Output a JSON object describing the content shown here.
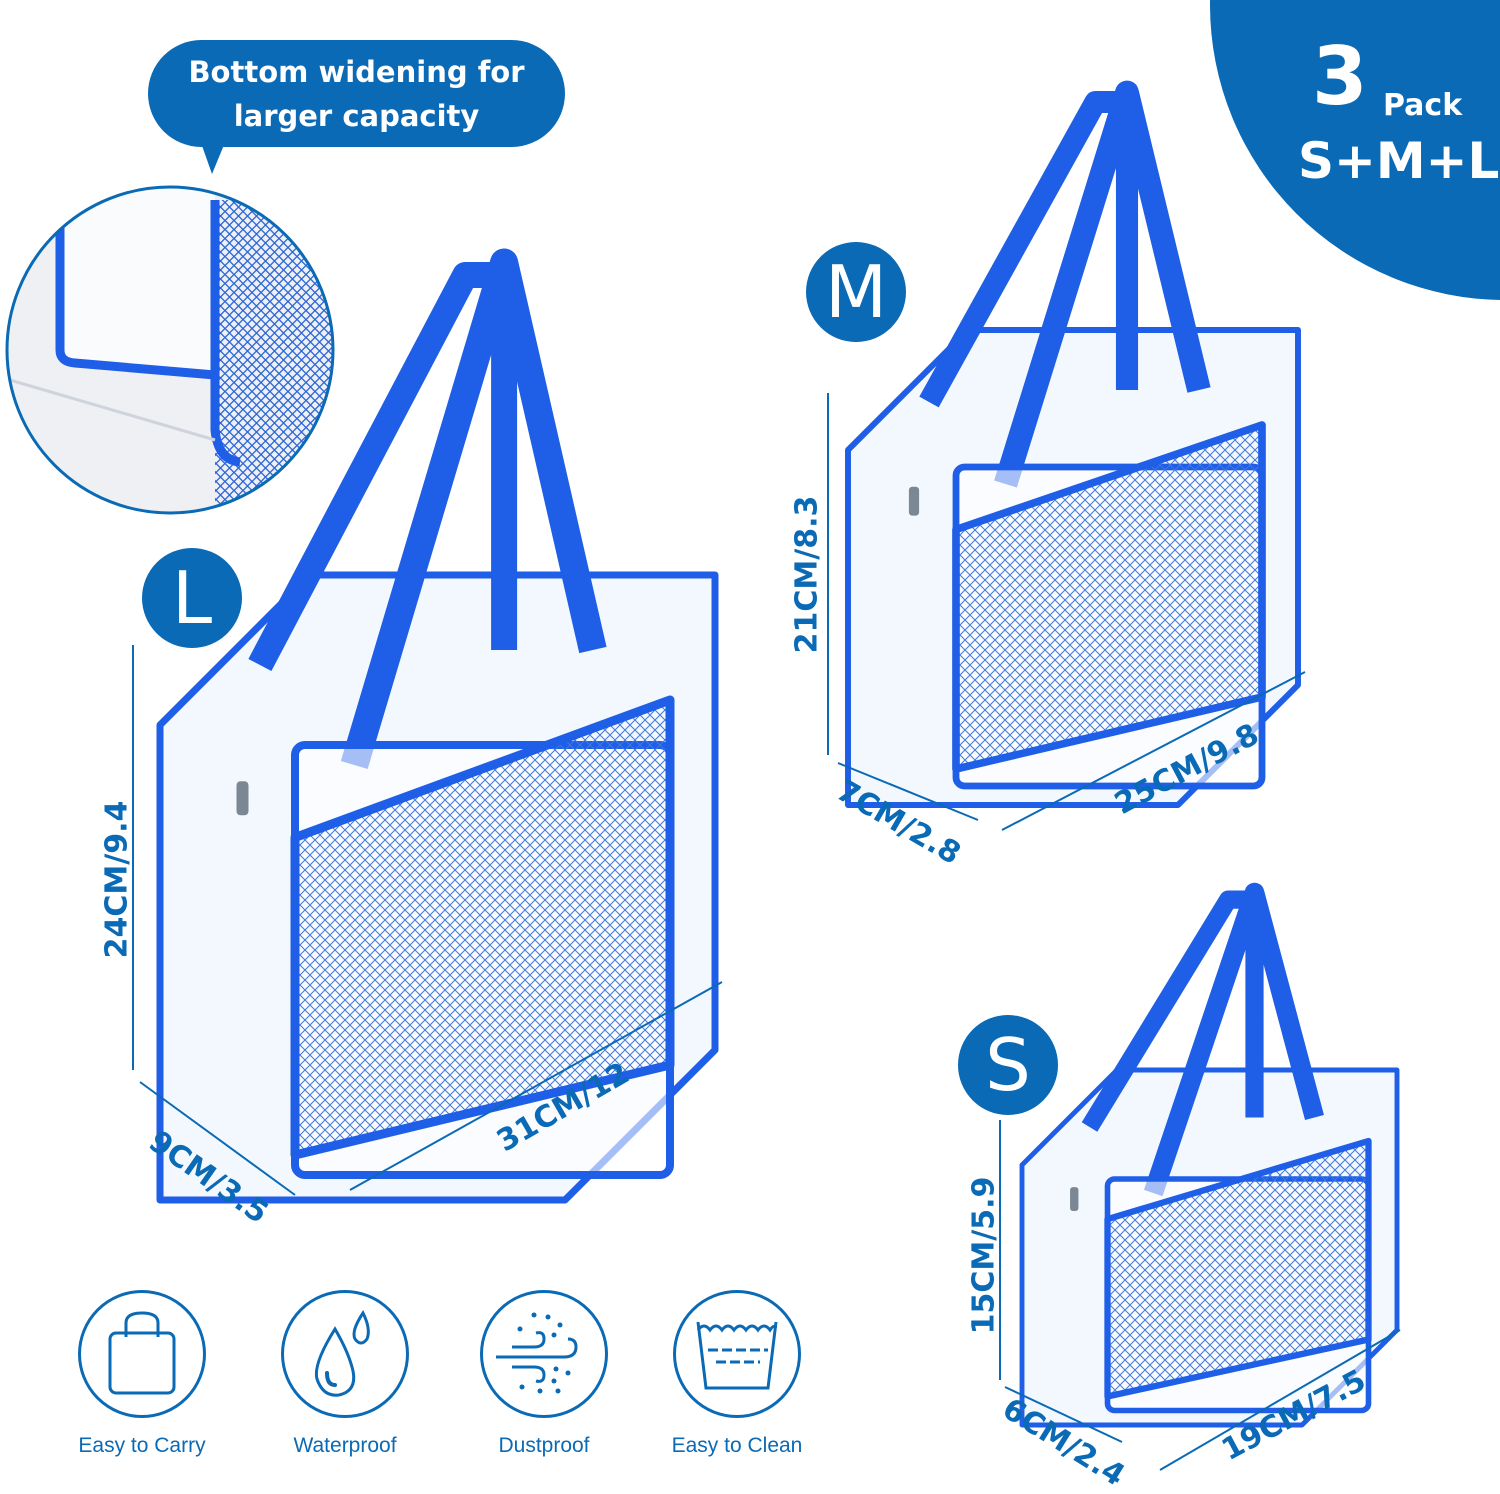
{
  "callout": {
    "line1": "Bottom widening for",
    "line2": "larger capacity"
  },
  "pack_badge": {
    "count": "3",
    "unit": "Pack",
    "sizes": "S+M+L"
  },
  "bags": {
    "large": {
      "label": "L",
      "height": "24CM/9.4",
      "depth": "9CM/3.5",
      "width": "31CM/12"
    },
    "medium": {
      "label": "M",
      "height": "21CM/8.3",
      "depth": "7CM/2.8",
      "width": "25CM/9.8"
    },
    "small": {
      "label": "S",
      "height": "15CM/5.9",
      "depth": "6CM/2.4",
      "width": "19CM/7.5"
    }
  },
  "features": [
    {
      "label": "Easy to Carry",
      "icon": "shopping-bag-icon"
    },
    {
      "label": "Waterproof",
      "icon": "water-drop-icon"
    },
    {
      "label": "Dustproof",
      "icon": "dust-wind-icon"
    },
    {
      "label": "Easy to Clean",
      "icon": "washing-icon"
    }
  ],
  "colors": {
    "brand_blue": "#0a6ab5",
    "bag_blue": "#1f5ee6"
  }
}
